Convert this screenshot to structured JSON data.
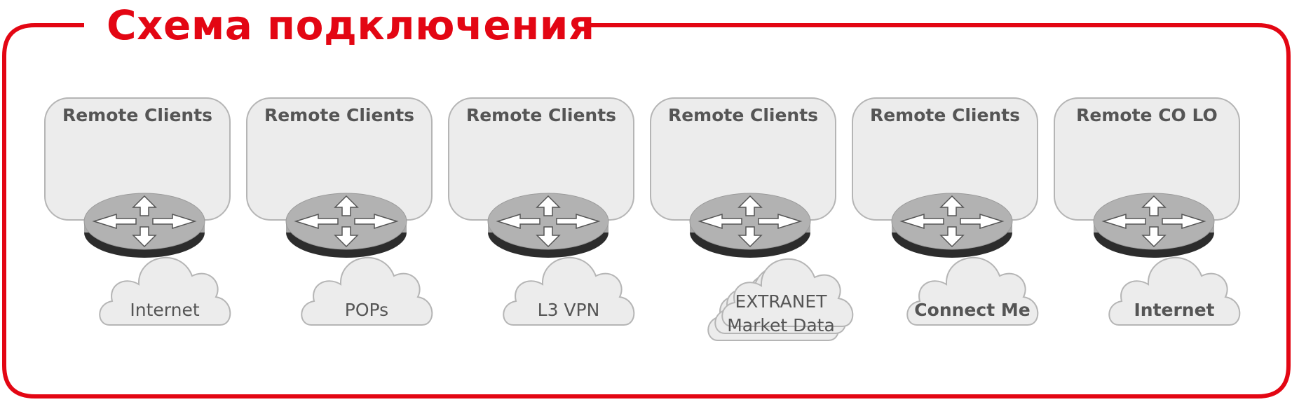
{
  "header": {
    "title": "Схема подключения"
  },
  "colors": {
    "accent": "#e30613",
    "box_fill": "#ececec",
    "box_border": "#b5b5b5",
    "router": "#b2b2b2",
    "text": "#555555"
  },
  "units": [
    {
      "box_label": "Remote Clients",
      "cloud_lines": [
        "Internet"
      ],
      "cloud_bold": false,
      "stacked": false
    },
    {
      "box_label": "Remote Clients",
      "cloud_lines": [
        "POPs"
      ],
      "cloud_bold": false,
      "stacked": false
    },
    {
      "box_label": "Remote Clients",
      "cloud_lines": [
        "L3 VPN"
      ],
      "cloud_bold": false,
      "stacked": false
    },
    {
      "box_label": "Remote Clients",
      "cloud_lines": [
        "EXTRANET",
        "Market Data"
      ],
      "cloud_bold": false,
      "stacked": true
    },
    {
      "box_label": "Remote Clients",
      "cloud_lines": [
        "Connect Me"
      ],
      "cloud_bold": true,
      "stacked": false
    },
    {
      "box_label": "Remote CO LO",
      "cloud_lines": [
        "Internet"
      ],
      "cloud_bold": true,
      "stacked": false
    }
  ]
}
